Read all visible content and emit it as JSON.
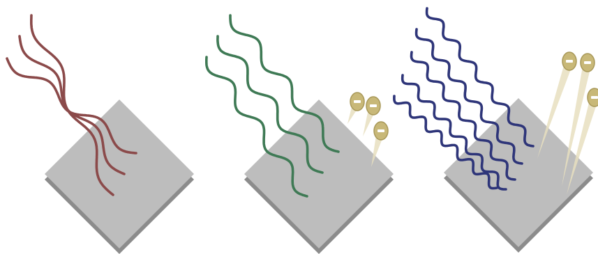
{
  "colors": {
    "background": "#ffffff",
    "plate_top": "#bdbdbd",
    "plate_side": "#8c8c8c",
    "electron_fill": "#c8b878",
    "electron_ring": "#a89858",
    "electron_trail": "#e8dfc0",
    "minus_sign": "#ffffff"
  },
  "panels": [
    {
      "id": "low-frequency",
      "wave_color": "#8b4a4a",
      "wave_count": 3,
      "wave_cycles": 2.5,
      "emitted_electrons": 0
    },
    {
      "id": "medium-frequency",
      "wave_color": "#3f7a55",
      "wave_count": 3,
      "wave_cycles": 3.5,
      "emitted_electrons": 3
    },
    {
      "id": "high-frequency",
      "wave_color": "#2e3579",
      "wave_count": 5,
      "wave_cycles": 6.5,
      "emitted_electrons": 3
    }
  ],
  "electron_label": "−"
}
